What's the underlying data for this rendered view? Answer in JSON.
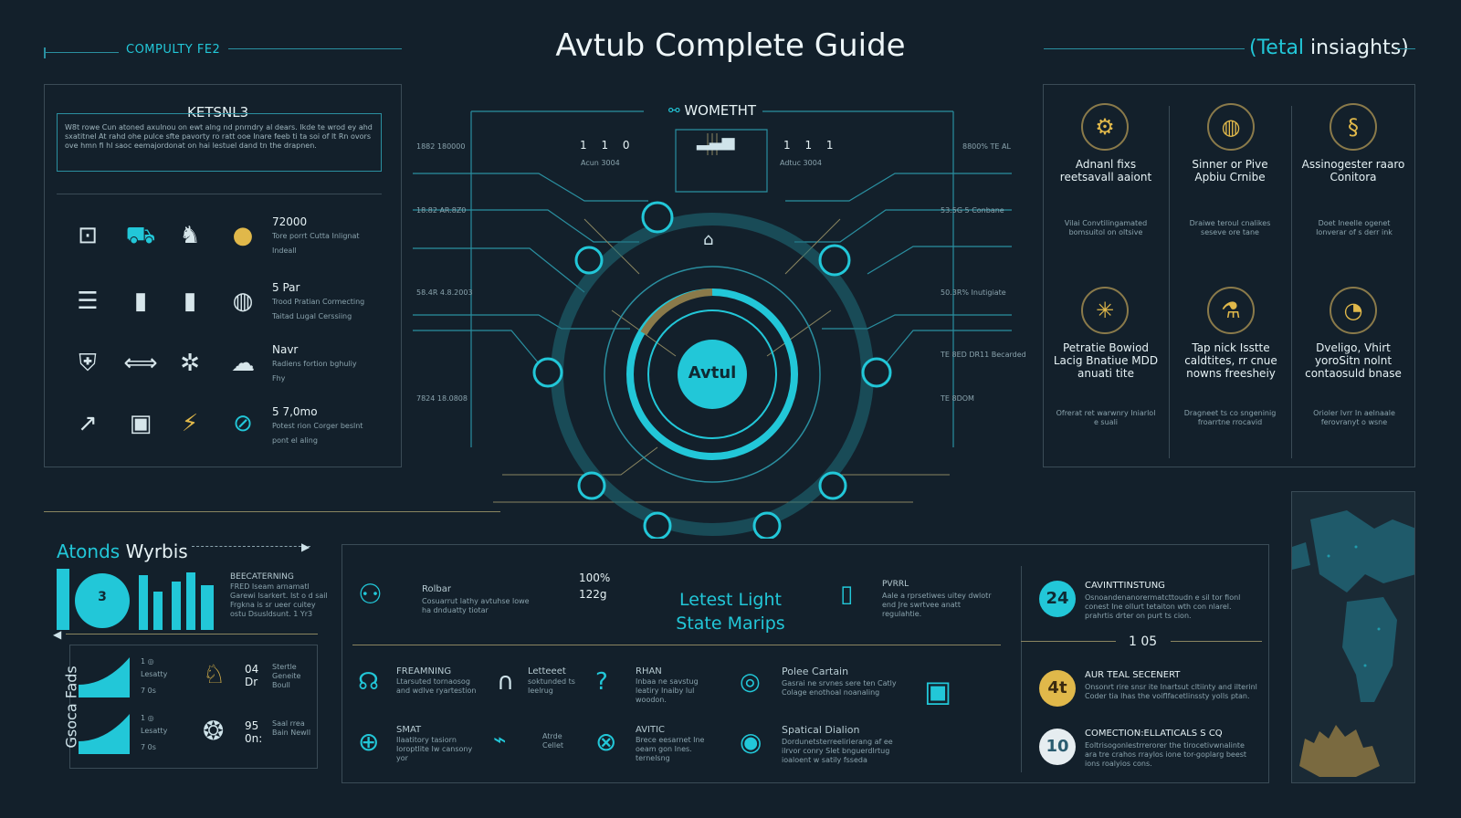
{
  "header": {
    "left_label": "COMPULTY FE2",
    "title": "Avtub Complete Guide",
    "right_label_a": "(Tetal",
    "right_label_b": "insiaghts)"
  },
  "left_panel": {
    "title": "KETSNL3",
    "intro": "W8t rowe Cun atoned axulnou on ewt alng nd pnrndry al dears. Ikde te wrod ey ahd sxatitnel At rahd ohe pulce sfte pavorty ro ratt ooe Inare feeb ti ta soi of lt Rn ovors ove hmn fi hl saoc eemajordonat on hai lestuel dand tn the drapnen.",
    "stats": [
      {
        "value": "72000",
        "desc": "Tore porrt Cutta Inlignat",
        "sub": "Indeall"
      },
      {
        "value": "5 Par",
        "desc": "Trood Pratian Cormecting",
        "sub": "Taitad Lugal Cerssiing"
      },
      {
        "value": "Navr",
        "desc": "Radiens fortion bghuliy",
        "sub": "Fhy"
      },
      {
        "value": "5 7,0mo",
        "desc": "Potest rion Corger beslnt",
        "sub": "pont el aling"
      }
    ]
  },
  "center": {
    "top_label": "WOMETHT",
    "logo_text": "Avtul",
    "left_labels": [
      "1882 180000",
      "18.82 AR.8Z0",
      "58.4R 4.8.2003",
      "7824 18.0808"
    ],
    "right_labels": [
      "8800% TE AL",
      "53.5G 5 Conbane",
      "50.3R% Inutigiate",
      "TE 8ED DR11 Becarded",
      "TE 8DOM"
    ],
    "mid_left_nums": "1 1 0",
    "mid_left_sub": "Acun 3004",
    "mid_right_nums": "1 1 1",
    "mid_right_sub": "Adtuc 3004"
  },
  "right_panel": {
    "cols": [
      {
        "title": "Adnanl fixs reetsavall aaiont",
        "icon": "gear-icon",
        "glyph": "⚙",
        "body": "Vilai Convtilingamated bomsuitol on oltsive",
        "title2": "Petratie Bowiod Lacig Bnatiue MDD anuati tite",
        "icon2": "network-icon",
        "glyph2": "✳",
        "body2": "Ofrerat ret warwnry Iniarlol e suali"
      },
      {
        "title": "Sinner or Pive Apbiu Crnibe",
        "icon": "helmet-icon",
        "glyph": "◍",
        "body": "Draiwe teroul cnalikes seseve ore tane",
        "title2": "Tap nick Isstte caldtites, rr cnue nowns freesheiy",
        "icon2": "lab-icon",
        "glyph2": "⚗",
        "body2": "Dragneet ts co sngeninig froarrtne rrocavid"
      },
      {
        "title": "Assinogester raaro Conitora",
        "icon": "link-icon",
        "glyph": "§",
        "body": "Doet Ineelle ogenet Ionverar of s derr ink",
        "title2": "Dveligo, Vhirt yoroSitn nolnt contaosuld bnase",
        "icon2": "chart-ring-icon",
        "glyph2": "◔",
        "body2": "Orioler Ivrr In aelnaale ferovranyt o wsne"
      }
    ]
  },
  "bottom_left": {
    "title_a": "Atonds",
    "title_b": "Wyrbis",
    "bar_values": [
      0.95,
      0.85,
      0.6,
      0.75,
      0.9,
      0.7
    ],
    "badge": "3",
    "bar_caption_title": "BEECATERNING",
    "bar_caption": "FRED Iseam arnamatl Garewi Isarkert. Ist o d sail Frgkna is sr ueer cuitey ostu Dsusldsunt. 1 Yr3",
    "vertical_label": "Gsoca Fads",
    "rows": [
      {
        "top": "1 ◎",
        "mid": "Lesatty",
        "bot": "7 0s",
        "stat": "04 Dr",
        "stat_sub": "Stertle Geneite Boull"
      },
      {
        "top": "1 ◎",
        "mid": "Lesatty",
        "bot": "7 0s",
        "stat": "95 0n:",
        "stat_sub": "Saal rrea Bain Newll"
      }
    ]
  },
  "bottom_center": {
    "top_left_title": "Rolbar",
    "top_left_body": "Cosuarrut lathy avtuhse lowe ha dnduatty tiotar",
    "percent": "100%",
    "value": "122g",
    "center_title_a": "Letest Light",
    "center_title_b": "State Marips",
    "top_right_title": "PVRRL",
    "top_right_body": "Aale a rprsetiwes uitey dwlotr end Jre swrtvee anatt regulahtie.",
    "grid": [
      {
        "title": "FREAMNING",
        "body": "Ltarsuted tornaosog and wdlve ryartestion",
        "icon": "headset-icon",
        "glyph": "☊"
      },
      {
        "title": "Letteeet",
        "body": "soktunded ts Ieelrug",
        "icon": "door-icon",
        "glyph": "∩"
      },
      {
        "title": "RHAN",
        "body": "Inbaa ne savstug leatiry Inaiby lul woodon.",
        "icon": "question-icon",
        "glyph": "?"
      },
      {
        "title": "Polee Cartain",
        "body": "Gasrai ne srvnes sere ten Catly Colage enothoal noanaling",
        "icon": "mask-icon",
        "glyph": "◎"
      },
      {
        "title": "SMAT",
        "body": "Ilaatitory tasiorn Ioroptlite Iw cansony yor",
        "icon": "globe-icon",
        "glyph": "⊕"
      },
      {
        "title": "",
        "body": "Atrde Cellet",
        "icon": "stream-icon",
        "glyph": "⌁"
      },
      {
        "title": "AVITIC",
        "body": "Brece eesarnet Ine oeam gon Ines. ternelsng",
        "icon": "compass-icon",
        "glyph": "⊗"
      },
      {
        "title": "Spatical Dialion",
        "body": "Dordunetsterreelirierang af ee ilrvor conry Slet bnguerdlrtug ioaloent w satily fsseda",
        "icon": "camera-ring-icon",
        "glyph": "◉"
      }
    ],
    "tv_icon_label": "monitor-icon"
  },
  "bottom_right": {
    "section_value": "1 05",
    "items": [
      {
        "badge": "24",
        "title": "CAVINTTINSTUNG",
        "body": "Osnoandenanorermatcttoudn e sil tor fionl conest Ine ollurt tetaiton wth con nlarel. prahrtis drter on purt ts cion.",
        "badge_color": "#22c7d8",
        "text_color": "#0f2a33"
      },
      {
        "badge": "4t",
        "title": "AUR TEAL SECENERT",
        "body": "Onsonrt rire snsr ite Inartsut cltiinty and ilterinl Coder tia lhas the voiflfacetlinssty yolls ptan.",
        "badge_color": "#e0b84a",
        "text_color": "#3a2a10"
      },
      {
        "badge": "10",
        "title": "COMECTION:ELLATICALS S CQ",
        "body": "Eoltrisogonlestrrerorer the tirocetivwnalinte ara tre crahos rraylos ione tor-goplarg beest ions roalyios cons.",
        "badge_color": "#e6edf0",
        "text_color": "#2a5c70"
      }
    ]
  },
  "map": {
    "label": "world-map"
  },
  "colors": {
    "bg": "#13202b",
    "accent": "#22c7d8",
    "gold": "#e0b84a",
    "border": "#3a4b56"
  }
}
